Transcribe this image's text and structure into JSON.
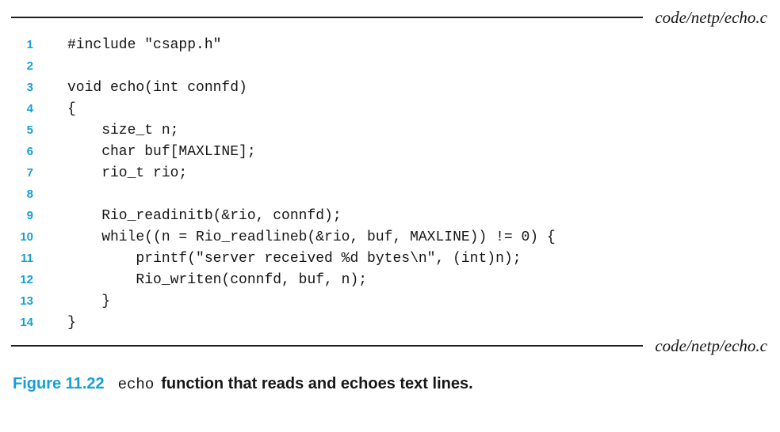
{
  "colors": {
    "accent": "#149fd9",
    "ink": "#161616",
    "rule": "#1e1e1e",
    "background": "#ffffff"
  },
  "source_label": "code/netp/echo.c",
  "code": {
    "lines": [
      {
        "num": "1",
        "text": "#include \"csapp.h\""
      },
      {
        "num": "2",
        "text": ""
      },
      {
        "num": "3",
        "text": "void echo(int connfd)"
      },
      {
        "num": "4",
        "text": "{"
      },
      {
        "num": "5",
        "text": "    size_t n;"
      },
      {
        "num": "6",
        "text": "    char buf[MAXLINE];"
      },
      {
        "num": "7",
        "text": "    rio_t rio;"
      },
      {
        "num": "8",
        "text": ""
      },
      {
        "num": "9",
        "text": "    Rio_readinitb(&rio, connfd);"
      },
      {
        "num": "10",
        "text": "    while((n = Rio_readlineb(&rio, buf, MAXLINE)) != 0) {"
      },
      {
        "num": "11",
        "text": "        printf(\"server received %d bytes\\n\", (int)n);"
      },
      {
        "num": "12",
        "text": "        Rio_writen(connfd, buf, n);"
      },
      {
        "num": "13",
        "text": "    }"
      },
      {
        "num": "14",
        "text": "}"
      }
    ]
  },
  "caption": {
    "figure_label": "Figure 11.22",
    "code_term": "echo",
    "text": "function that reads and echoes text lines."
  }
}
